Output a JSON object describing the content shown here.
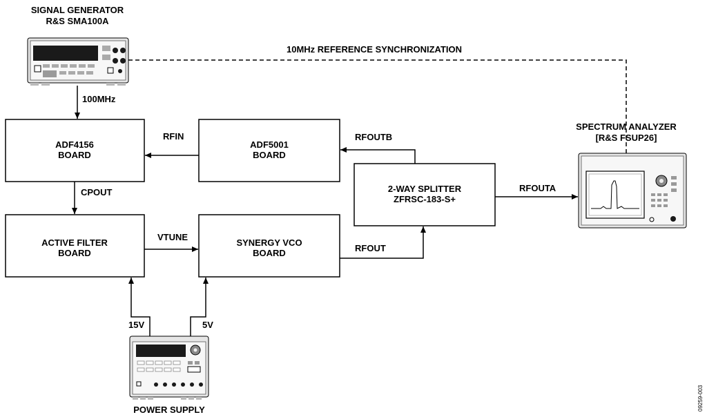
{
  "signal_generator": {
    "line1": "SIGNAL GENERATOR",
    "line2": "R&S SMA100A"
  },
  "spectrum_analyzer": {
    "line1": "SPECTRUM ANALYZER",
    "line2": "[R&S FSUP26]"
  },
  "power_supply": {
    "label": "POWER SUPPLY"
  },
  "boxes": {
    "adf4156": {
      "line1": "ADF4156",
      "line2": "BOARD"
    },
    "adf5001": {
      "line1": "ADF5001",
      "line2": "BOARD"
    },
    "splitter": {
      "line1": "2-WAY SPLITTER",
      "line2": "ZFRSC-183-S+"
    },
    "active_filter": {
      "line1": "ACTIVE FILTER",
      "line2": "BOARD"
    },
    "vco": {
      "line1": "SYNERGY VCO",
      "line2": "BOARD"
    }
  },
  "connections": {
    "ref_sync": "10MHz REFERENCE SYNCHRONIZATION",
    "ref_100mhz": "100MHz",
    "rfin": "RFIN",
    "rfoutb": "RFOUTB",
    "rfouta": "RFOUTA",
    "cpout": "CPOUT",
    "vtune": "VTUNE",
    "rfout": "RFOUT",
    "v15": "15V",
    "v5": "5V"
  },
  "figure_code": "09259-003",
  "colors": {
    "line": "#000000",
    "device_body": "#e6e6e6",
    "device_dark": "#1a1a1a",
    "device_mid": "#9a9a9a"
  }
}
